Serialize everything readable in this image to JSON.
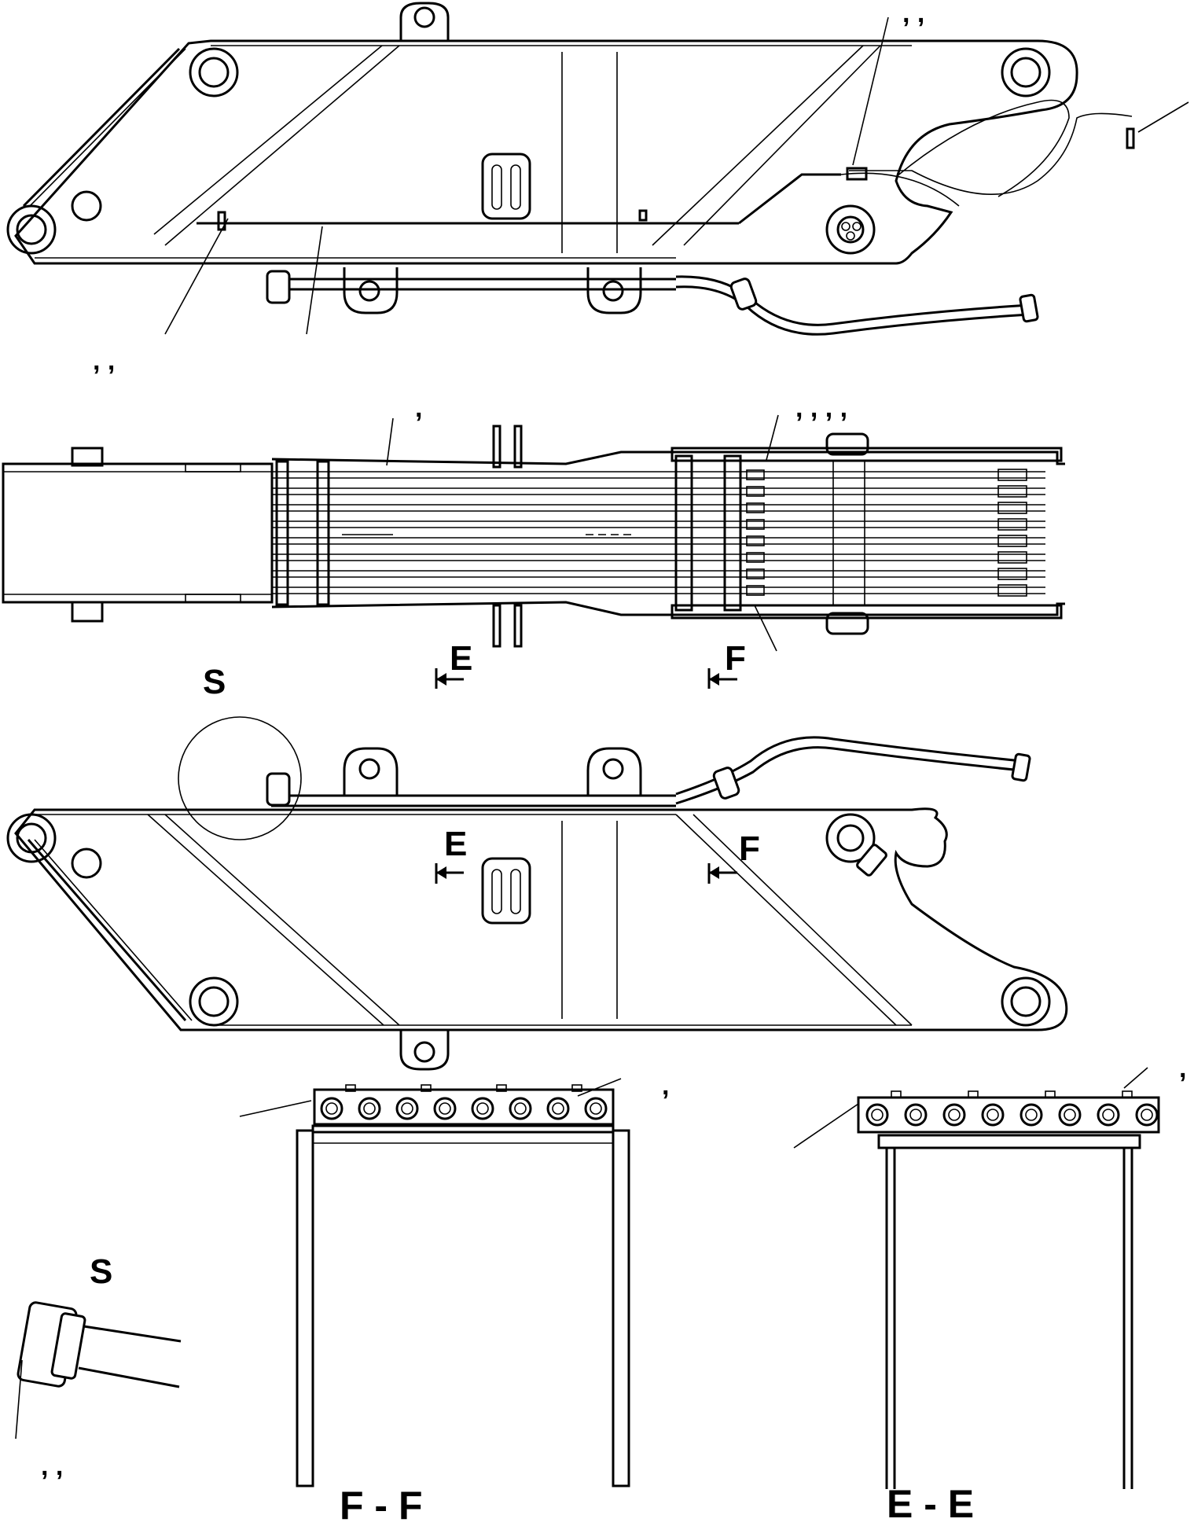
{
  "labels": {
    "view_s_marker": "S",
    "section_e_marker": "E",
    "section_f_marker": "F",
    "detail_s_title": "S",
    "section_ff_title": "F - F",
    "section_ee_title": "E - E",
    "ref_comma_double": ", ,",
    "ref_comma_single": ",",
    "ref_comma_quad": ",   ,   ,   ,"
  }
}
